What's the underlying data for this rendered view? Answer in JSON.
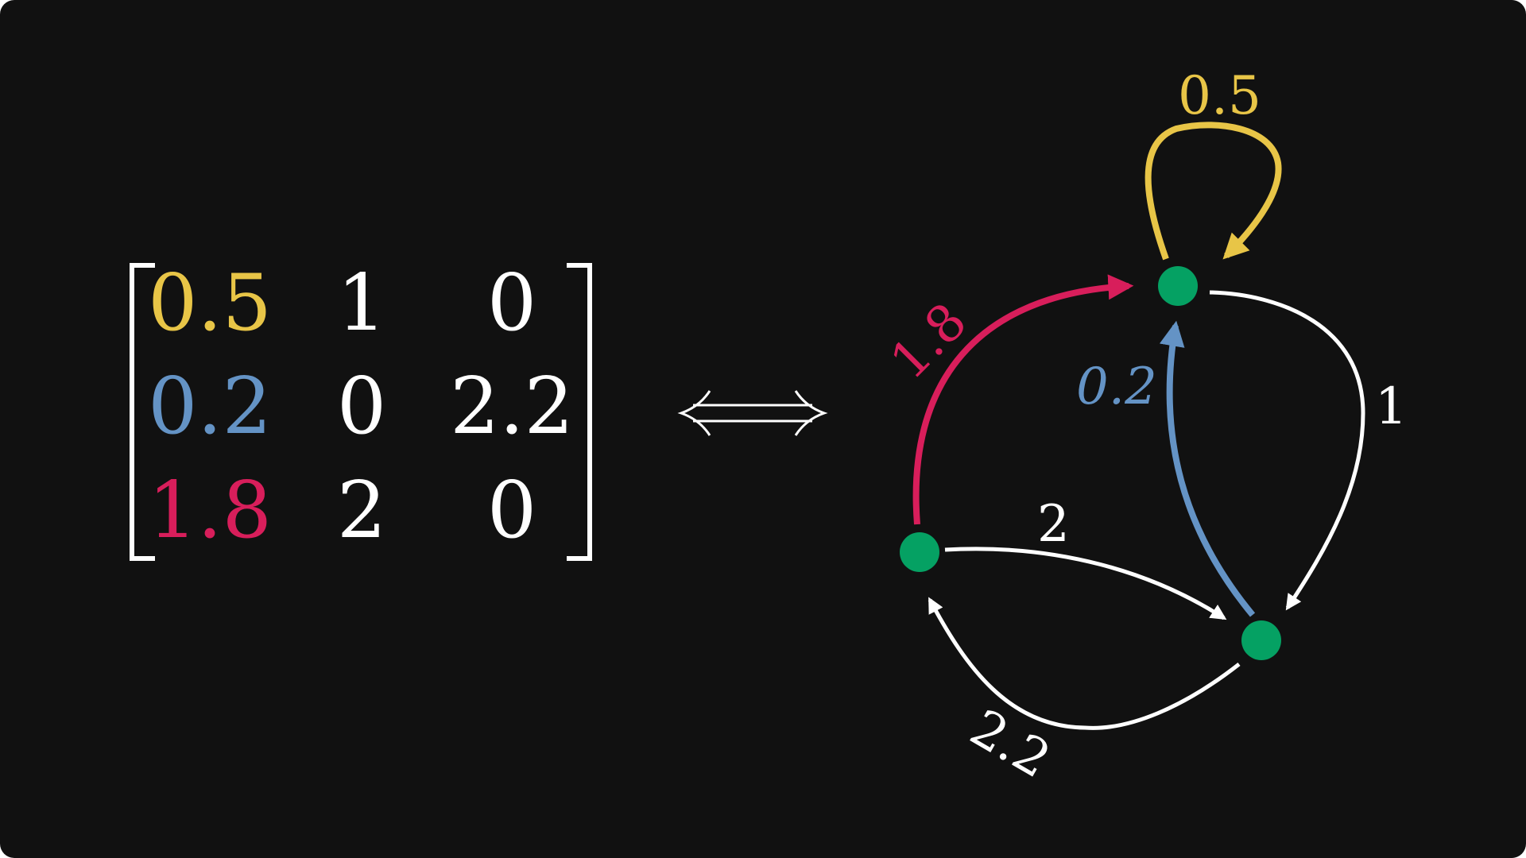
{
  "colors": {
    "background": "#111111",
    "yellow": "#e8c547",
    "blue": "#6493c5",
    "red": "#d81e5b",
    "white": "#ffffff",
    "node": "#05a163"
  },
  "matrix": {
    "rows": [
      [
        {
          "value": "0.5",
          "color": "yellow"
        },
        {
          "value": "1",
          "color": "white"
        },
        {
          "value": "0",
          "color": "white"
        }
      ],
      [
        {
          "value": "0.2",
          "color": "blue"
        },
        {
          "value": "0",
          "color": "white"
        },
        {
          "value": "2.2",
          "color": "white"
        }
      ],
      [
        {
          "value": "1.8",
          "color": "red"
        },
        {
          "value": "2",
          "color": "white"
        },
        {
          "value": "0",
          "color": "white"
        }
      ]
    ],
    "cells": {
      "r0c0": "0.5",
      "r0c1": "1",
      "r0c2": "0",
      "r1c0": "0.2",
      "r1c1": "0",
      "r1c2": "2.2",
      "r2c0": "1.8",
      "r2c1": "2",
      "r2c2": "0"
    }
  },
  "equivalence_symbol": "⟺",
  "graph": {
    "nodes": [
      {
        "id": "A",
        "label": "top node"
      },
      {
        "id": "B",
        "label": "left node"
      },
      {
        "id": "C",
        "label": "right node"
      }
    ],
    "edges": [
      {
        "from": "A",
        "to": "A",
        "weight": "0.5",
        "color": "yellow"
      },
      {
        "from": "B",
        "to": "A",
        "weight": "1.8",
        "color": "red"
      },
      {
        "from": "C",
        "to": "A",
        "weight": "0.2",
        "color": "blue"
      },
      {
        "from": "A",
        "to": "C",
        "weight": "1",
        "color": "white"
      },
      {
        "from": "B",
        "to": "C",
        "weight": "2",
        "color": "white"
      },
      {
        "from": "C",
        "to": "B",
        "weight": "2.2",
        "color": "white"
      }
    ],
    "labels": {
      "self_loop": "0.5",
      "b_to_a": "1.8",
      "c_to_a": "0.2",
      "a_to_c": "1",
      "b_to_c": "2",
      "c_to_b": "2.2"
    }
  }
}
